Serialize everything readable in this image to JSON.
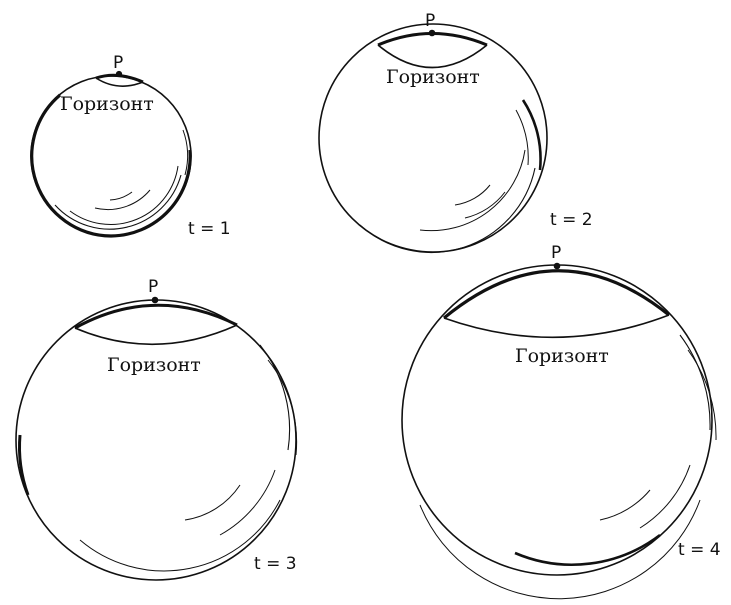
{
  "spheres": [
    {
      "point_label": "P",
      "horizon_label": "Горизонт",
      "time_label": "t = 1"
    },
    {
      "point_label": "P",
      "horizon_label": "Горизонт",
      "time_label": "t = 2"
    },
    {
      "point_label": "P",
      "horizon_label": "Горизонт",
      "time_label": "t = 3"
    },
    {
      "point_label": "P",
      "horizon_label": "Горизонт",
      "time_label": "t = 4"
    }
  ],
  "colors": {
    "ink": "#111111",
    "background": "#ffffff"
  }
}
